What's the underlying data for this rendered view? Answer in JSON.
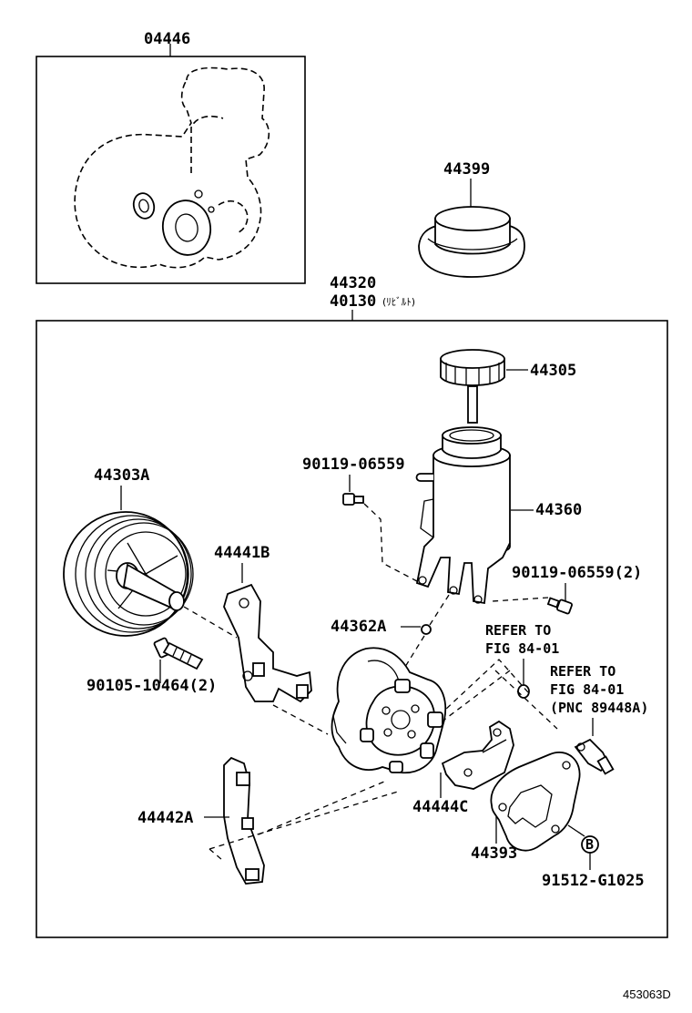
{
  "labels": {
    "top_kit": "04446",
    "cap": "44399",
    "assy1": "44320",
    "assy2": "40130",
    "assy2_note": "(ﾘﾋﾞﾙﾄ)",
    "res_cap": "44305",
    "bolt_a": "90119-06559",
    "reservoir": "44360",
    "pulley": "44303A",
    "bracket_b": "44441B",
    "bolt_b": "90119-06559(2)",
    "oring": "44362A",
    "refer1_l1": "REFER TO",
    "refer1_l2": "FIG 84-01",
    "refer2_l1": "REFER TO",
    "refer2_l2": "FIG 84-01",
    "refer2_l3": "(PNC 89448A)",
    "bolt_c": "90105-10464(2)",
    "bracket_c": "44444C",
    "bracket_a": "44442A",
    "gasket": "44393",
    "marker_b": "B",
    "bolt_d": "91512-G1025",
    "figure_id": "453063D"
  }
}
